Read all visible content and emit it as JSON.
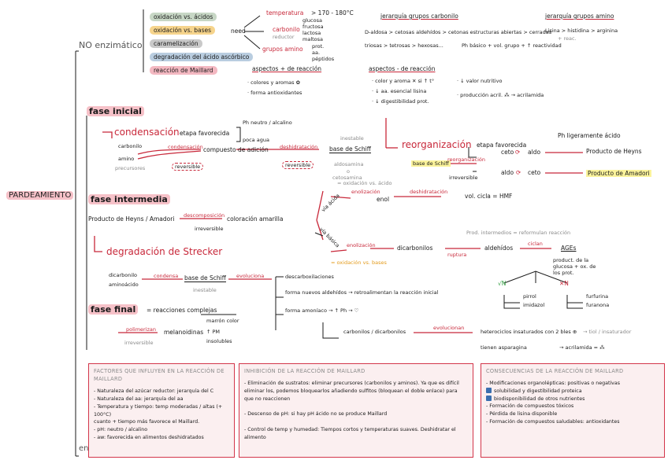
{
  "left": {
    "no_enzimatico": "NO enzimático",
    "pardeamiento": "PARDEAMIENTO",
    "enzimatico": "enzimático"
  },
  "types": [
    {
      "label": "oxidación vs. ácidos",
      "color": "#c7d7c5"
    },
    {
      "label": "oxidación vs. bases",
      "color": "#f6d48c"
    },
    {
      "label": "caramelización",
      "color": "#c9c9c9"
    },
    {
      "label": "degradación del ácido ascórbico",
      "color": "#b9cde0"
    },
    {
      "label": "reacción de Maillard",
      "color": "#f3b8c1"
    }
  ],
  "need": {
    "label": "need",
    "temp": "temperatura",
    "temp_val": "> 170 - 180°C",
    "carbono": "carbonilo",
    "reductor": "reductor",
    "carb_list": [
      "glucosa",
      "fructosa",
      "lactosa",
      "maltosa"
    ],
    "amino": "grupos amino",
    "amino_list": [
      "prot.",
      "aa.",
      "péptidos"
    ]
  },
  "jer1": {
    "title": "jerarquía grupos carbonilo",
    "line1": "D-aldosa > cetosas   aldehídos > cetonas   estructuras abiertas > cerradas",
    "line2": "triosas > tetrosas > hexosas..."
  },
  "jer2": {
    "title": "jerarquía grupos amino",
    "line1": "Lisina > histidina > arginina",
    "line1b": "+ reac.",
    "line2": "Ph básico + vol. grupo + ↑ reactividad"
  },
  "aspectos1": {
    "title": "aspectos + de reacción",
    "i1": "· colores y aromas ✿",
    "i2": "· forma antioxidantes"
  },
  "aspectos2": {
    "title": "aspectos - de reacción",
    "i1": "· color y aroma ✕ si ↑ t°",
    "i2": "· ↓ aa. esencial lisina",
    "i3": "· ↓ digestibilidad prot.",
    "i4": "· ↓ valor nutritivo",
    "i5": "· producción acril. ⁂ → acrilamida"
  },
  "fase_inicial": {
    "title": "fase inicial",
    "condensacion": "condensación",
    "etapa": "etapa favorecida",
    "ph1": "Ph neutro / alcalino",
    "poca_agua": "poca agua",
    "carbonilo": "carbonilo",
    "amino": "amino",
    "precursores": "precursores",
    "cond_arrow": "condensación",
    "reversible": "reversible",
    "compuesto": "compuesto de adición",
    "deshidratacion": "deshidratación",
    "reversible2": "reversible",
    "inestable": "inestable",
    "base_schiff": "base de Schiff",
    "aldosamina": "aldosamina",
    "o": "o",
    "cetosamina": "cetosamina"
  },
  "reorg": {
    "title": "reorganización",
    "etapa": "etapa favorecida",
    "ph": "Ph ligeramente ácido",
    "base": "base de Schiff",
    "reorg_arrow": "reorganización",
    "irreversible": "irreversible",
    "ceto1": "ceto",
    "aldo1": "aldo",
    "heyns": "Producto de Heyns",
    "aldo2": "aldo",
    "ceto2": "ceto",
    "amadori": "Producto de Amadori"
  },
  "fase_intermedia": {
    "title": "fase intermedia",
    "producto": "Producto de Heyns / Amadori",
    "descomp": "descomposición",
    "irreversible": "irreversible",
    "coloracion": "coloración amarilla",
    "degradacion": "degradación de Strecker",
    "ox_acido": "= oxidación vs. ácido",
    "via_acida": "vía ácida",
    "enolizacion1": "enolización",
    "enol": "enol",
    "deshid2": "deshidratación",
    "vol": "vol. cicla = HMF",
    "via_basica": "vía básica",
    "ox_bases": "= oxidación vs. bases",
    "enolizacion2": "enolización",
    "dicarbonilos": "dicarbonilos",
    "prod_inter": "Prod. intermedios = reformulan reacción",
    "ruptura": "ruptura",
    "aldehidos": "aldehídos",
    "ciclan": "ciclan",
    "ages": "AGEs",
    "ages_desc": "product. de la glucosa + ox. de los prot.",
    "n_check": "√N",
    "n_cross": "✕N",
    "pirrol": "pirrol",
    "imidazol": "imidazol",
    "furfurina": "furfurina",
    "furanona": "furanona"
  },
  "strecker": {
    "dicarbonilo": "dicarbonilo",
    "aminoacido": "aminoácido",
    "condensa": "condensa",
    "base": "base de Schiff",
    "inestable": "inestable",
    "evoluciona": "evoluciona",
    "descarbox": "descarboxilaciones",
    "aldehidos": "forma nuevos aldehídos → retroalimentan la reacción inicial",
    "amoniaco": "forma amoníaco → ↑ Ph → ♡",
    "carbonilos": "carbonilos / dicarbonilos",
    "evoluciona2": "evolucionan",
    "heterociclos": "heterociclos insaturados con 2 bles ⊕",
    "tioles": "→ tiol / insaturador",
    "asparagina": "tienen asparagina",
    "acrilamida": "→ acrilamida = ⁂"
  },
  "fase_final": {
    "title": "fase final",
    "reacciones": "= reacciones complejas",
    "polimeriza": "polimerizan",
    "irreversible": "irreversible",
    "melanoidinas": "melanoidinas",
    "p1": "marrón color",
    "p2": "↑ PM",
    "p3": "insolubles"
  },
  "box1": {
    "title": "FACTORES QUE INFLUYEN EN LA REACCIÓN DE MAILLARD",
    "items": [
      "- Naturaleza del azúcar reductor: jerarquía del C",
      "- Naturaleza del aa: jerarquía del aa",
      "- Temperatura y tiempo: temp moderadas / altas (+ 100°C)",
      "  cuanto + tiempo más favorece el Maillard.",
      "- pH: neutro / alcalino",
      "- aw: favorecida en alimentos deshidratados"
    ]
  },
  "box2": {
    "title": "INHIBICIÓN DE LA REACCIÓN DE MAILLARD",
    "items": [
      "- Eliminación de sustratos: eliminar precursores (carbonilos y aminos). Ya que es difícil eliminar los, podemos bloquearlos añadiendo sulfitos (bloquean el doble enlace) para que no reaccionen",
      "- Descenso de pH: si hay pH ácido no se produce Maillard",
      "- Control de temp y humedad: Tiempos cortos y temperaturas suaves. Deshidratar el alimento"
    ]
  },
  "box3": {
    "title": "CONSECUENCIAS DE LA REACCIÓN DE MAILLARD",
    "items": [
      "- Modificaciones organolépticas: positivas o negativas",
      "solubilidad y digestibilidad proteica",
      "biodisponibilidad de otros nutrientes",
      "- Formación de compuestos tóxicos",
      "- Pérdida de lisina disponible",
      "- Formación de compuestos saludables: antioxidantes"
    ]
  }
}
